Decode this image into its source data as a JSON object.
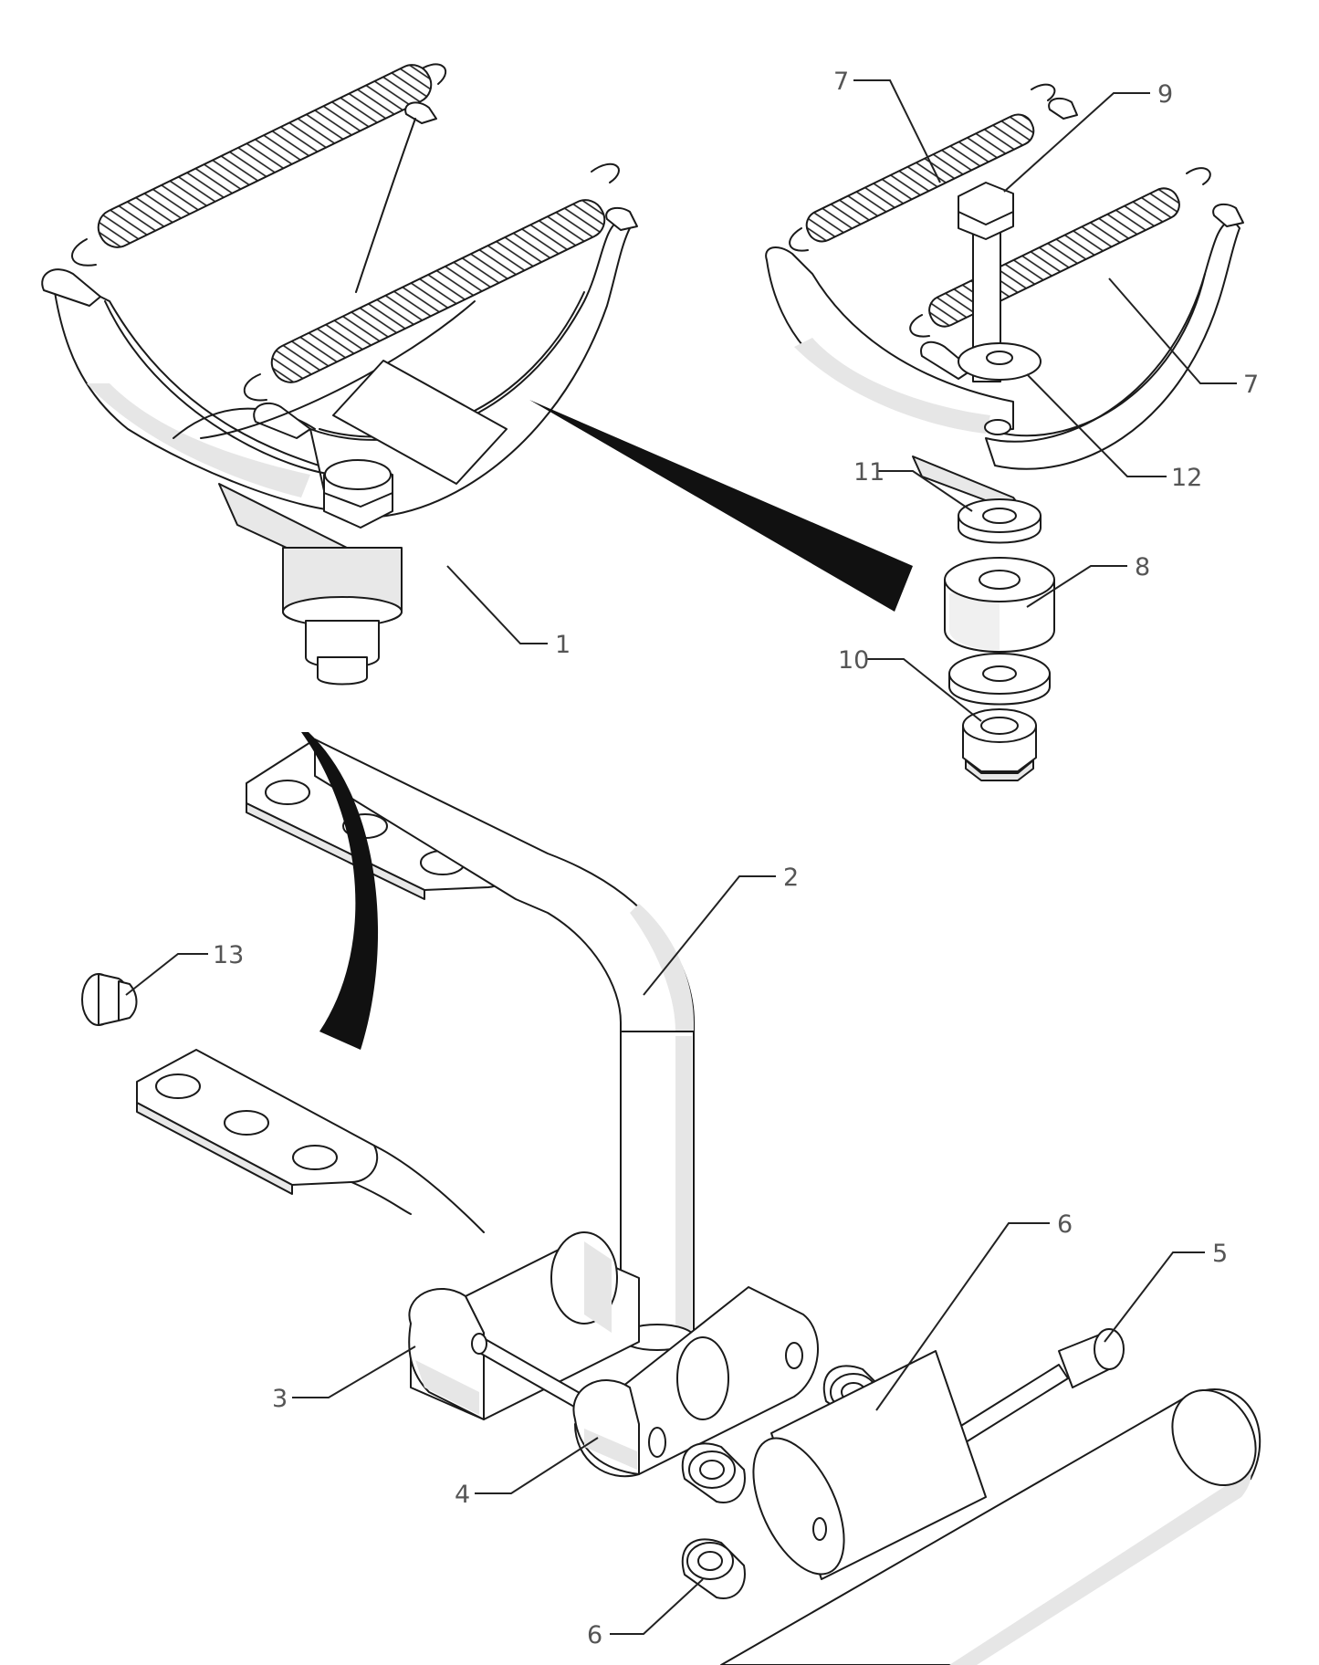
{
  "callouts": [
    {
      "id": "1",
      "label": "1"
    },
    {
      "id": "2",
      "label": "2"
    },
    {
      "id": "3",
      "label": "3"
    },
    {
      "id": "4",
      "label": "4"
    },
    {
      "id": "5",
      "label": "5"
    },
    {
      "id": "6a",
      "label": "6"
    },
    {
      "id": "6b",
      "label": "6"
    },
    {
      "id": "7a",
      "label": "7"
    },
    {
      "id": "7b",
      "label": "7"
    },
    {
      "id": "8",
      "label": "8"
    },
    {
      "id": "9",
      "label": "9"
    },
    {
      "id": "10",
      "label": "10"
    },
    {
      "id": "11",
      "label": "11"
    },
    {
      "id": "12",
      "label": "12"
    },
    {
      "id": "13",
      "label": "13"
    }
  ],
  "colors": {
    "line": "#1a1a1a",
    "shade": "#e6e6e6",
    "callout_text": "#555555"
  }
}
